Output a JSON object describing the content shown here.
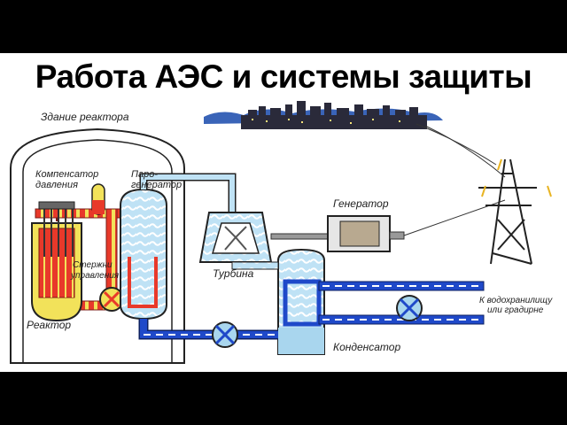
{
  "title": "Работа АЭС и системы защиты",
  "labels": {
    "reactor_building": "Здание реактора",
    "pressurizer_line1": "Компенсатор",
    "pressurizer_line2": "давления",
    "steam_gen_line1": "Паро-",
    "steam_gen_line2": "генератор",
    "control_rods_line1": "Стержни",
    "control_rods_line2": "управления",
    "reactor": "Реактор",
    "turbine": "Турбина",
    "generator": "Генератор",
    "condenser": "Конденсатор",
    "reservoir_line1": "К водохранилищу",
    "reservoir_line2": "или градирне"
  },
  "colors": {
    "background": "#000000",
    "panel": "#ffffff",
    "hot_loop": "#e8392a",
    "reactor_core": "#f2e25a",
    "cold_water": "#1f49c9",
    "steam": "#a9d6ee",
    "city": "#2a2a3a",
    "sky": "#3a64b8"
  }
}
